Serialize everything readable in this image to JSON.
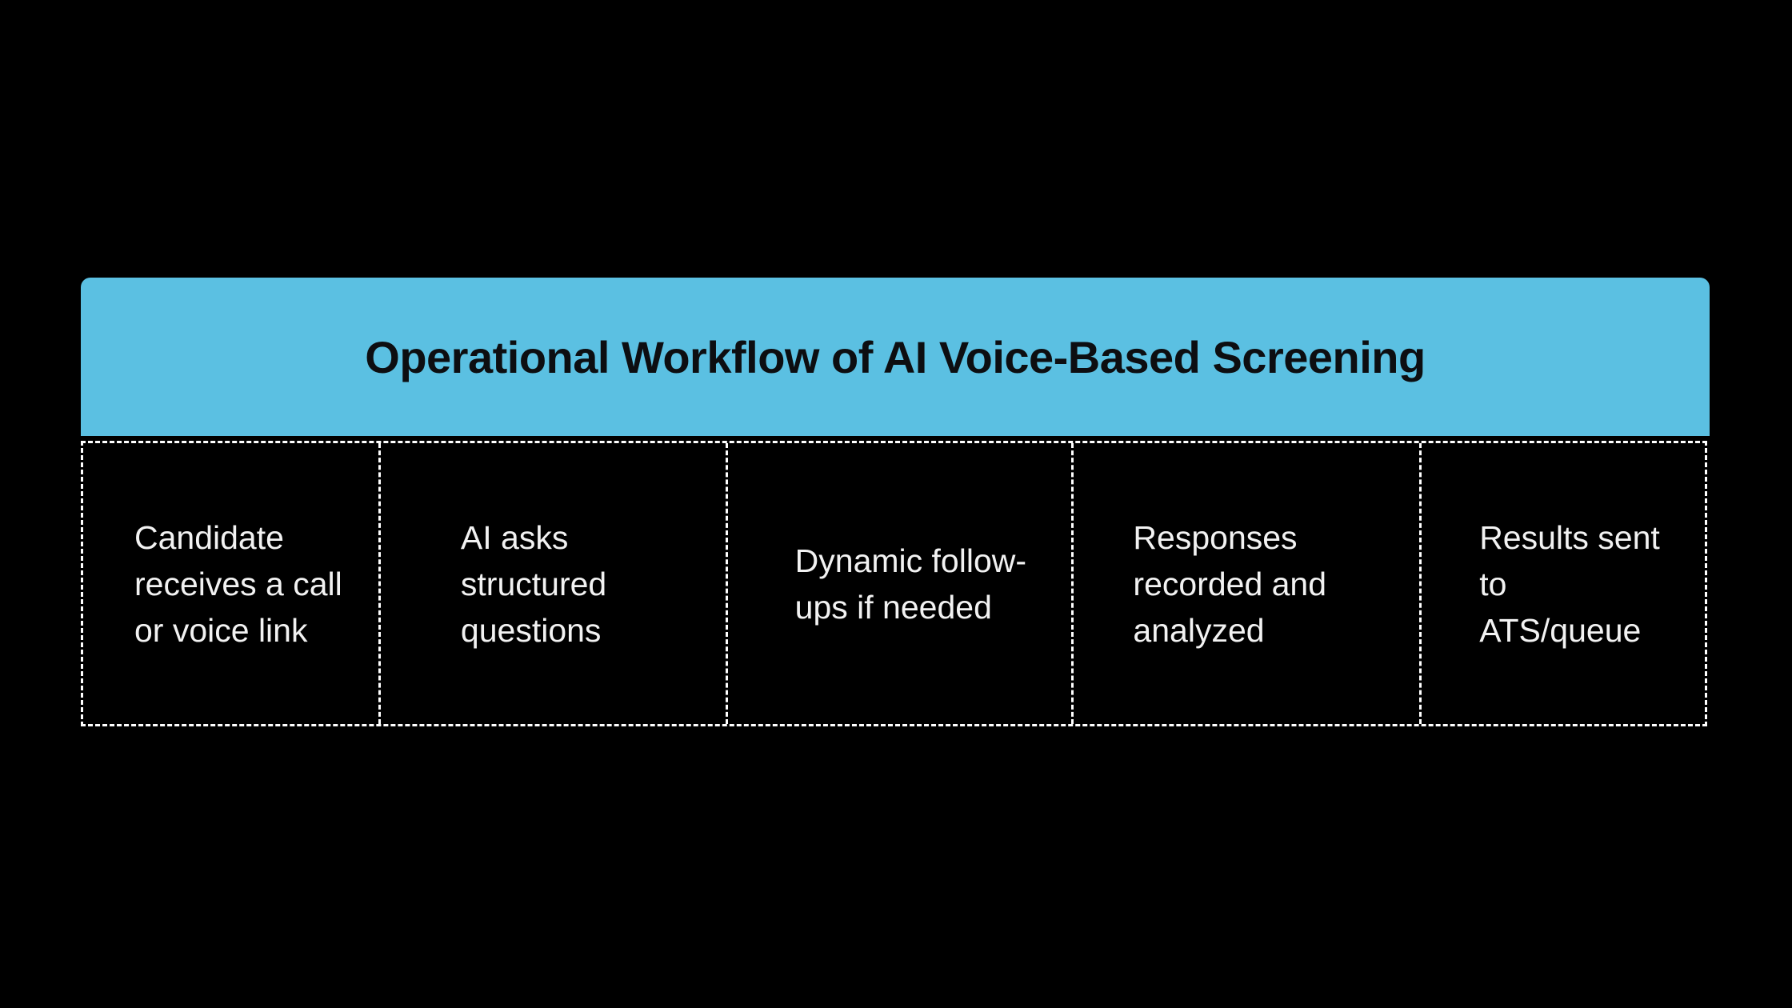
{
  "diagram": {
    "title": "Operational Workflow of AI Voice-Based Screening",
    "steps": [
      {
        "text": "Candidate receives a call or voice link"
      },
      {
        "text": "AI asks structured questions"
      },
      {
        "text": "Dynamic follow-ups if needed"
      },
      {
        "text": "Responses recorded and analyzed"
      },
      {
        "text": "Results sent to ATS/queue"
      }
    ],
    "colors": {
      "background": "#000000",
      "header_fill": "#5BC0E2",
      "title_text": "#0D0E11",
      "step_text": "#F2F2F2",
      "border": "#FFFFFF"
    }
  }
}
